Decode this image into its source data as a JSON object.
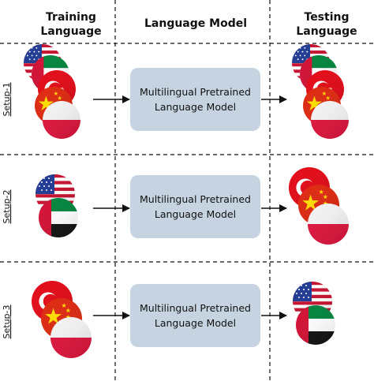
{
  "headers": {
    "training": [
      "Training",
      "Language"
    ],
    "model": "Language Model",
    "testing": [
      "Testing",
      "Language"
    ]
  },
  "model_box": {
    "line1": "Multilingual Pretrained",
    "line2": "Language Model",
    "fill": "#c5d4e0"
  },
  "setups": [
    {
      "label": "Setup-1",
      "train_flags": [
        "usa-flag-icon",
        "uae-flag-icon",
        "turkey-flag-icon",
        "china-flag-icon",
        "poland-flag-icon"
      ],
      "test_flags": [
        "usa-flag-icon",
        "uae-flag-icon",
        "turkey-flag-icon",
        "china-flag-icon",
        "poland-flag-icon"
      ]
    },
    {
      "label": "Setup-2",
      "train_flags": [
        "usa-flag-icon",
        "uae-flag-icon"
      ],
      "test_flags": [
        "turkey-flag-icon",
        "china-flag-icon",
        "poland-flag-icon"
      ]
    },
    {
      "label": "Setup-3",
      "train_flags": [
        "turkey-flag-icon",
        "china-flag-icon",
        "poland-flag-icon"
      ],
      "test_flags": [
        "usa-flag-icon",
        "uae-flag-icon"
      ]
    }
  ]
}
